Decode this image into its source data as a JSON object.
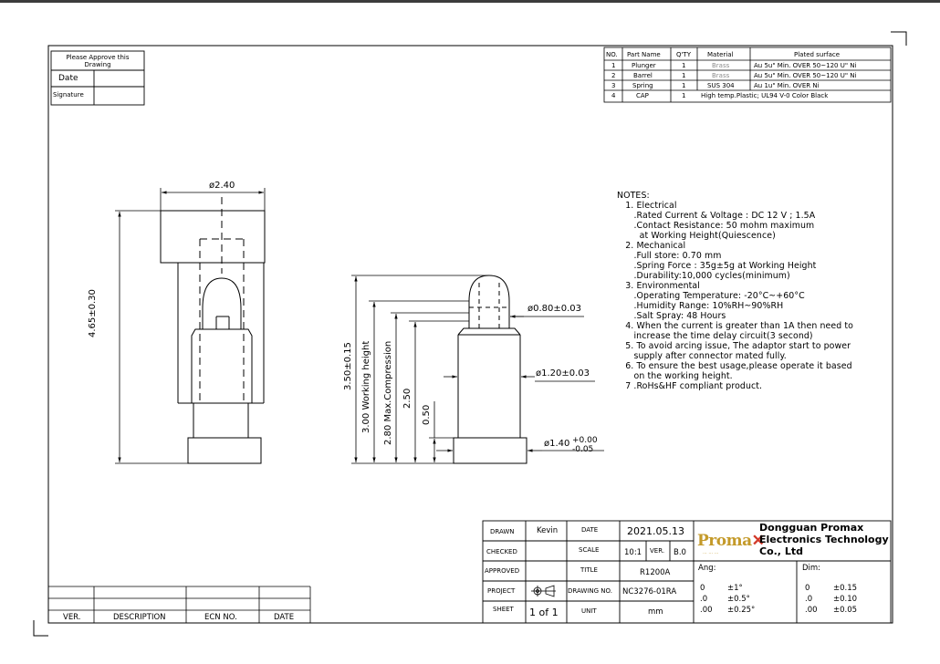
{
  "approval": {
    "title": "Please Approve this Drawing",
    "date_label": "Date",
    "signature_label": "Signature"
  },
  "parts_table": {
    "headers": [
      "NO.",
      "Part Name",
      "Q'TY",
      "Material",
      "Plated surface"
    ],
    "rows": [
      [
        "1",
        "Plunger",
        "1",
        "Brass",
        "Au 5u\" Min. OVER 50~120 U\" Ni"
      ],
      [
        "2",
        "Barrel",
        "1",
        "Brass",
        "Au 5u\" Min. OVER 50~120 U\" Ni"
      ],
      [
        "3",
        "Spring",
        "1",
        "SUS 304",
        "Au 1u\" Min. OVER Ni"
      ],
      [
        "4",
        "CAP",
        "1",
        "High temp.Plastic; UL94 V-0 Color Black",
        ""
      ]
    ]
  },
  "notes": {
    "title": "NOTES:",
    "lines": [
      "   1. Electrical",
      "      .Rated Current & Voltage : DC 12 V ; 1.5A",
      "      .Contact Resistance: 50 mohm maximum",
      "        at Working Height(Quiescence)",
      "   2. Mechanical",
      "      .Full store: 0.70 mm",
      "      .Spring Force : 35g±5g at Working Height",
      "      .Durability:10,000 cycles(minimum)",
      "   3. Environmental",
      "      .Operating Temperature: -20°C~+60°C",
      "      .Humidity Range: 10%RH~90%RH",
      "      .Salt Spray: 48 Hours",
      "   4. When the current is greater than 1A then need to",
      "      increase the time delay circuit(3 second)",
      "   5. To avoid arcing issue, The adaptor start to power",
      "      supply after connector mated fully.",
      "   6. To ensure the best usage,please operate it based",
      "      on the working height.",
      "   7 .RoHs&HF compliant product."
    ]
  },
  "dims_left": {
    "dia": "ø2.40",
    "height": "4.65±0.30"
  },
  "dims_right": {
    "d1": "ø0.80±0.03",
    "d2": "ø1.20±0.03",
    "d3_base": "ø1.40",
    "d3_plus": "+0.00",
    "d3_minus": "-0.05",
    "v1": "3.50±0.15",
    "v2": "3.00  Working height",
    "v3": "2.80  Max.Compression",
    "v4": "2.50",
    "v5": "0.50"
  },
  "revision": {
    "ver": "VER.",
    "description": "DESCRIPTION",
    "ecn": "ECN NO.",
    "date": "DATE"
  },
  "title_block": {
    "drawn_label": "DRAWN",
    "drawn_value": "Kevin",
    "checked_label": "CHECKED",
    "approved_label": "APPROVED",
    "project_label": "PROJECT",
    "sheet_label": "SHEET",
    "sheet_value": "1  of  1",
    "date_label": "DATE",
    "date_value": "2021.05.13",
    "scale_label": "SCALE",
    "scale_value": "10:1",
    "ver_label": "VER.",
    "ver_value": "B.0",
    "title_label": "TITLE",
    "title_value": "R1200A",
    "drawing_no_label": "DRAWING NO.",
    "drawing_no_value": "NC3276-01RA",
    "unit_label": "UNIT",
    "unit_value": "mm",
    "logo_text": "Proma",
    "logo_sub": "··· ··· ···",
    "company_lines": [
      "Dongguan  Promax",
      "Electronics  Technology",
      "Co.,  Ltd"
    ],
    "ang_label": "Ang:",
    "dim_label": "Dim:",
    "ang_tol": [
      [
        "0",
        "±1°"
      ],
      [
        ".0",
        "±0.5°"
      ],
      [
        ".00",
        "±0.25°"
      ]
    ],
    "dim_tol": [
      [
        "0",
        "±0.15"
      ],
      [
        ".0",
        "±0.10"
      ],
      [
        ".00",
        "±0.05"
      ]
    ]
  }
}
